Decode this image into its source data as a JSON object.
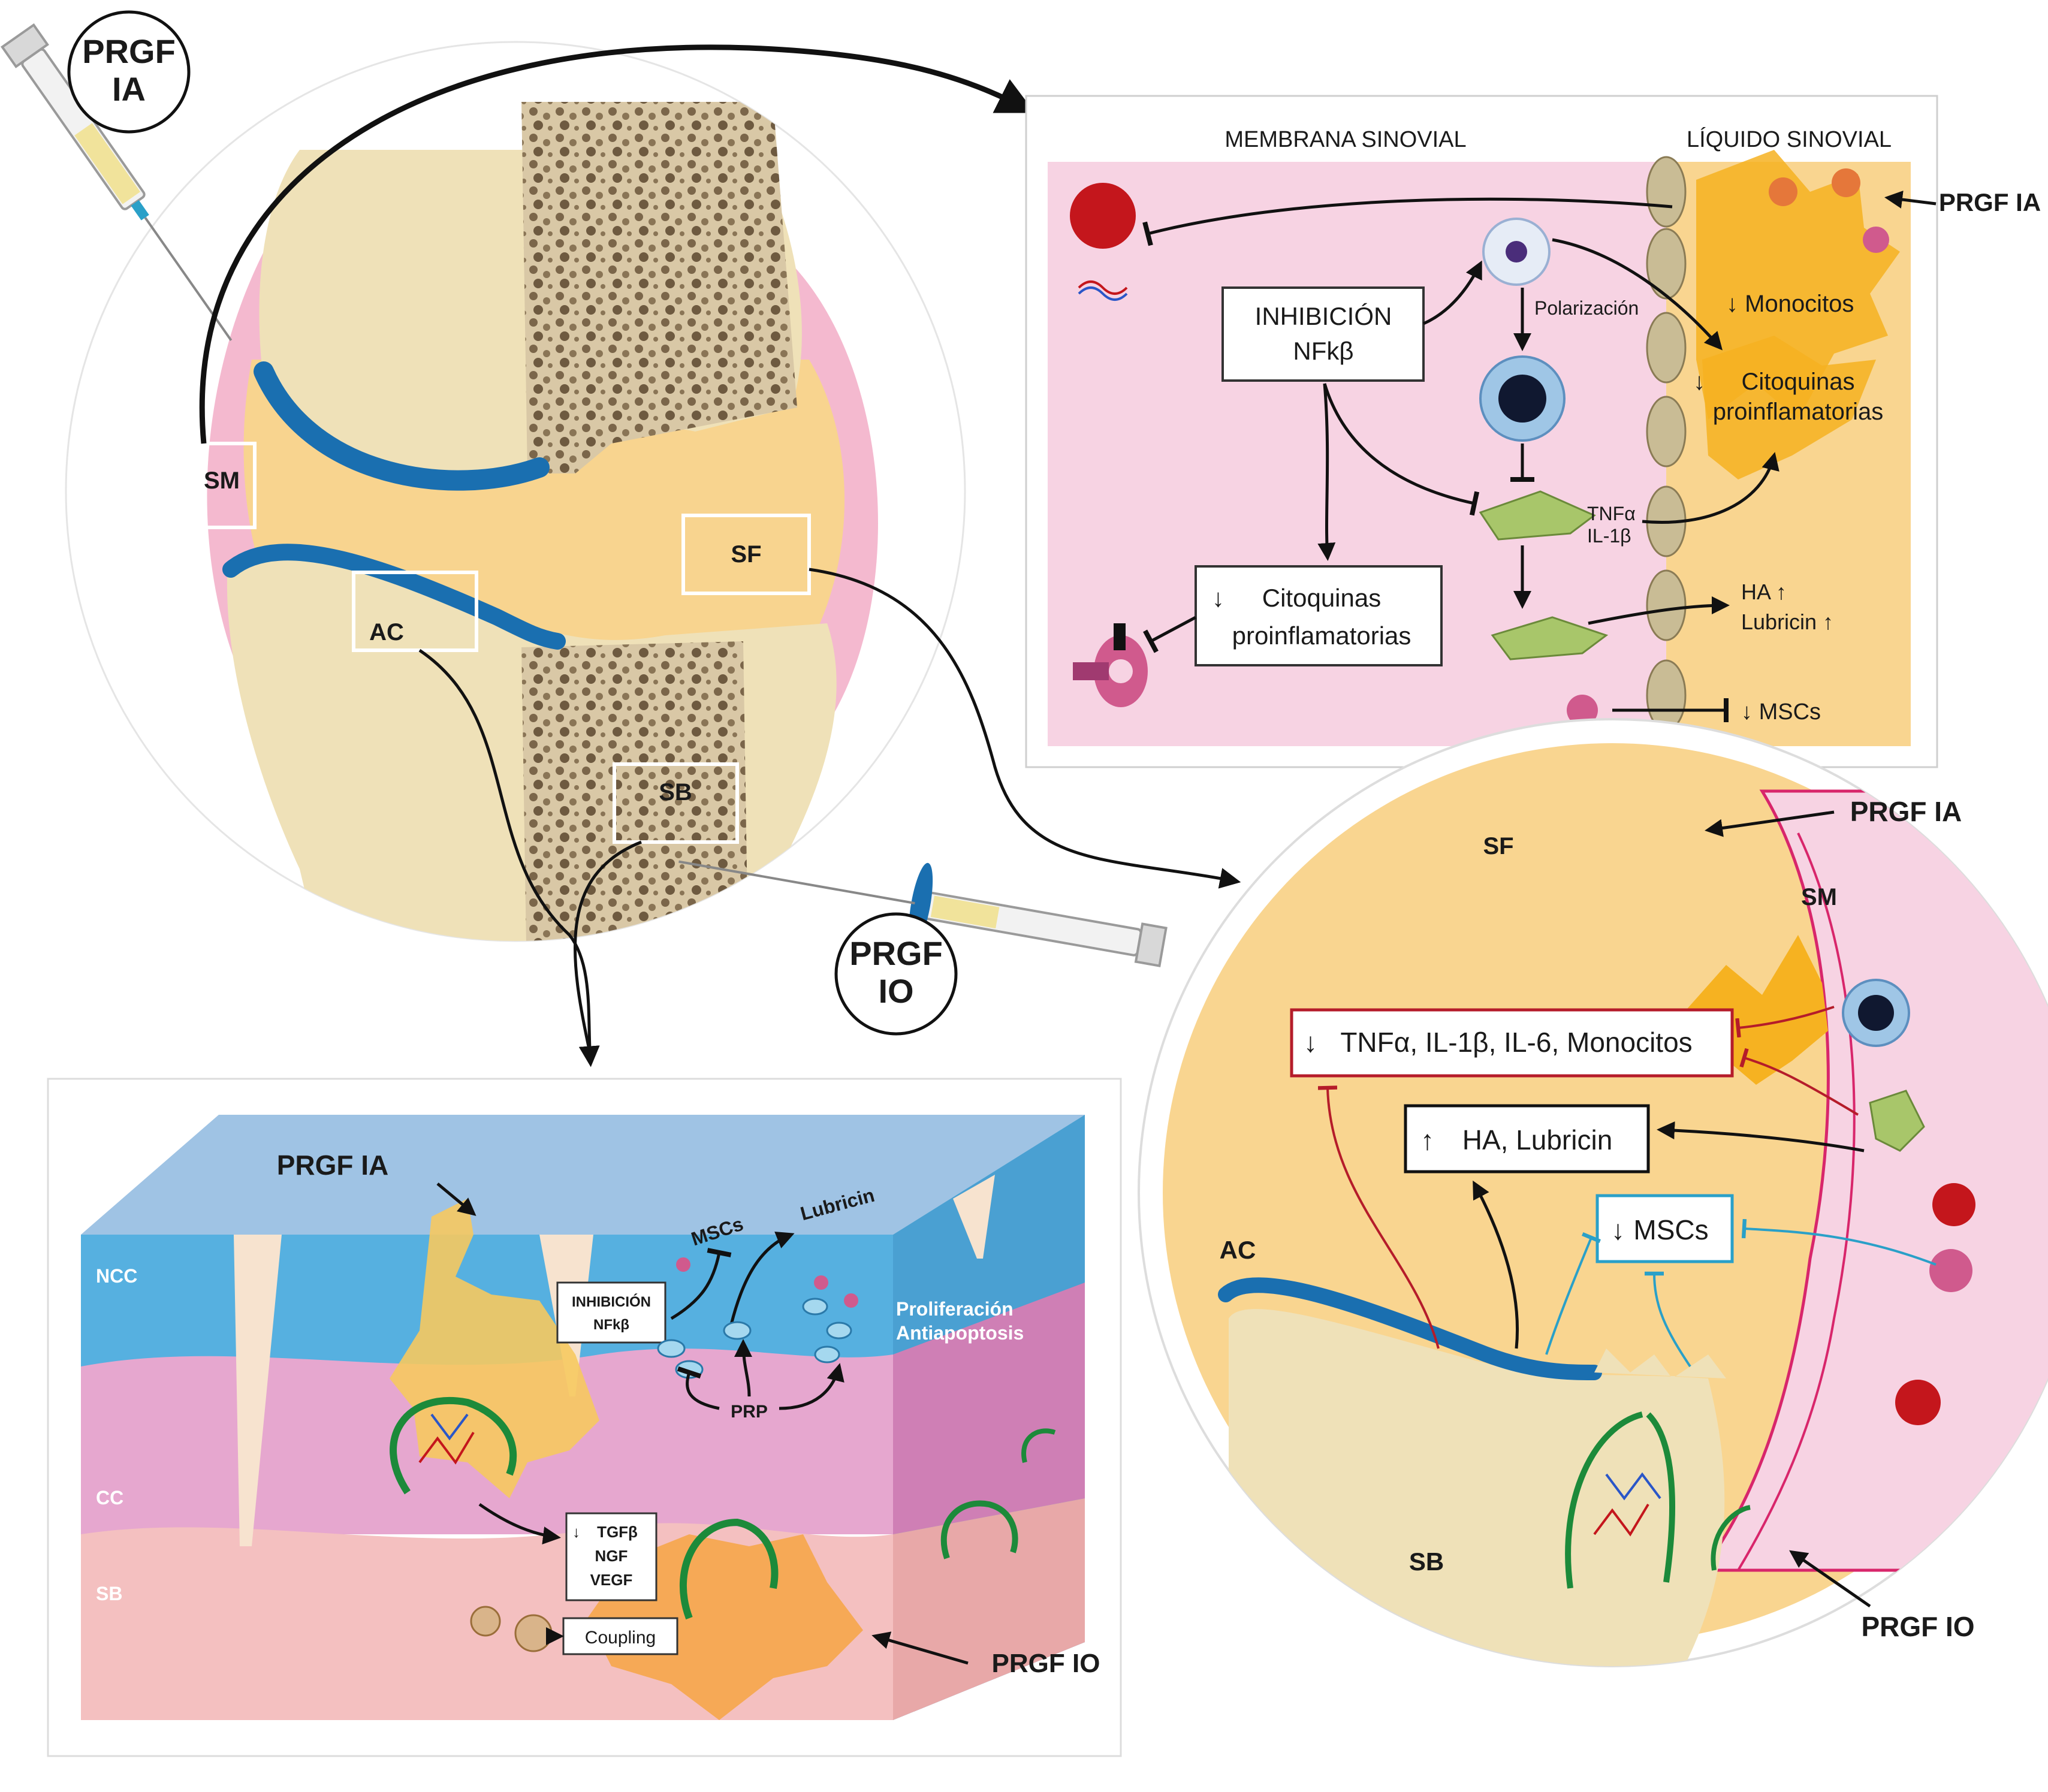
{
  "knee": {
    "prgf_ia_badge": [
      "PRGF",
      "IA"
    ],
    "prgf_io_badge": [
      "PRGF",
      "IO"
    ],
    "box_sm": "SM",
    "box_sf": "SF",
    "box_ac": "AC",
    "box_sb": "SB"
  },
  "synovial_panel": {
    "header_left": "MEMBRANA SINOVIAL",
    "header_right": "LÍQUIDO SINOVIAL",
    "prgf_ia": "PRGF IA",
    "inhibition": [
      "INHIBICIÓN",
      "NFkβ"
    ],
    "polarizacion": "Polarización",
    "monocitos": "Monocitos",
    "citoquinas_right": [
      "Citoquinas",
      "proinflamatorias"
    ],
    "tnf": "TNFα",
    "il1": "IL-1β",
    "ha": "HA",
    "lubricin": "Lubricin",
    "citoquinas_box": [
      "Citoquinas",
      "proinflamatorias"
    ],
    "mscs": "MSCs"
  },
  "joint_circle": {
    "prgf_ia": "PRGF IA",
    "sf": "SF",
    "sm": "SM",
    "box_red": "TNFα, IL-1β, IL-6, Monocitos",
    "box_black": "HA, Lubricin",
    "box_cyan": "MSCs",
    "ac": "AC",
    "sb": "SB",
    "prgf_io": "PRGF IO"
  },
  "cartilage_block": {
    "prgf_ia": "PRGF IA",
    "ncc": "NCC",
    "cc": "CC",
    "sb": "SB",
    "mscs": "MSCs",
    "lubricin": "Lubricin",
    "inhibition": [
      "INHIBICIÓN",
      "NFkβ"
    ],
    "proliferacion": [
      "Proliferación",
      "Antiapoptosis"
    ],
    "prp": "PRP",
    "factors": [
      "TGFβ",
      "NGF",
      "VEGF"
    ],
    "coupling": "Coupling",
    "prgf_io": "PRGF IO"
  },
  "colors": {
    "cartilage_blue": "#1a6fb0",
    "synovial_fluid": "#f9d590",
    "synovial_membrane": "#f7d3e3",
    "inhibition_red": "#b51c2a",
    "inhibition_cyan": "#2aa0c8",
    "cartilage_green": "#1c8a3a"
  }
}
